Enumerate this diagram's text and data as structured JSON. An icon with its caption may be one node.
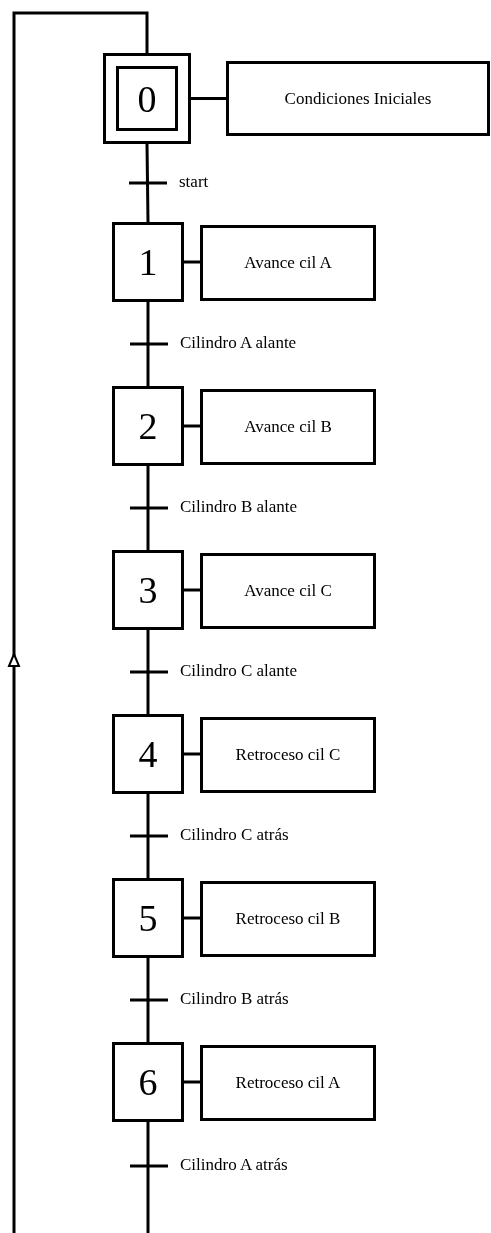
{
  "diagram": {
    "nodes": [
      {
        "text": [
          "0"
        ]
      },
      {
        "text": [
          "Condiciones Iniciales"
        ]
      },
      {
        "text": [
          "1"
        ]
      },
      {
        "text": [
          "Avance cil A"
        ]
      },
      {
        "text": [
          "2"
        ]
      },
      {
        "text": [
          "Avance cil B"
        ]
      },
      {
        "text": [
          "3"
        ]
      },
      {
        "text": [
          "Avance cil C"
        ]
      },
      {
        "text": [
          "4"
        ]
      },
      {
        "text": [
          "Retroceso cil C"
        ]
      },
      {
        "text": [
          "5"
        ]
      },
      {
        "text": [
          "Retroceso cil B"
        ]
      },
      {
        "text": [
          "6"
        ]
      },
      {
        "text": [
          "Retroceso cil A"
        ]
      }
    ],
    "edges": [
      {
        "from": 0,
        "to": 1,
        "arrow": "none"
      },
      {
        "from": 0,
        "to": 2,
        "arrow": "none",
        "label": "start"
      },
      {
        "from": 2,
        "to": 3,
        "arrow": "none"
      },
      {
        "from": 2,
        "to": 4,
        "arrow": "none",
        "label": "Cilindro A alante"
      },
      {
        "from": 4,
        "to": 5,
        "arrow": "none"
      },
      {
        "from": 4,
        "to": 6,
        "arrow": "none",
        "label": "Cilindro B alante"
      },
      {
        "from": 6,
        "to": 7,
        "arrow": "none"
      },
      {
        "from": 6,
        "to": 8,
        "arrow": "none",
        "label": "Cilindro C alante"
      },
      {
        "from": 8,
        "to": 9,
        "arrow": "none"
      },
      {
        "from": 8,
        "to": 10,
        "arrow": "none",
        "label": "Cilindro C atrás"
      },
      {
        "from": 10,
        "to": 11,
        "arrow": "none"
      },
      {
        "from": 10,
        "to": 12,
        "arrow": "none",
        "label": "Cilindro B atrás"
      },
      {
        "from": 12,
        "to": 13,
        "arrow": "none"
      },
      {
        "from": 12,
        "to": 0,
        "arrow": "to",
        "label": "Cilindro A atrás"
      }
    ]
  }
}
